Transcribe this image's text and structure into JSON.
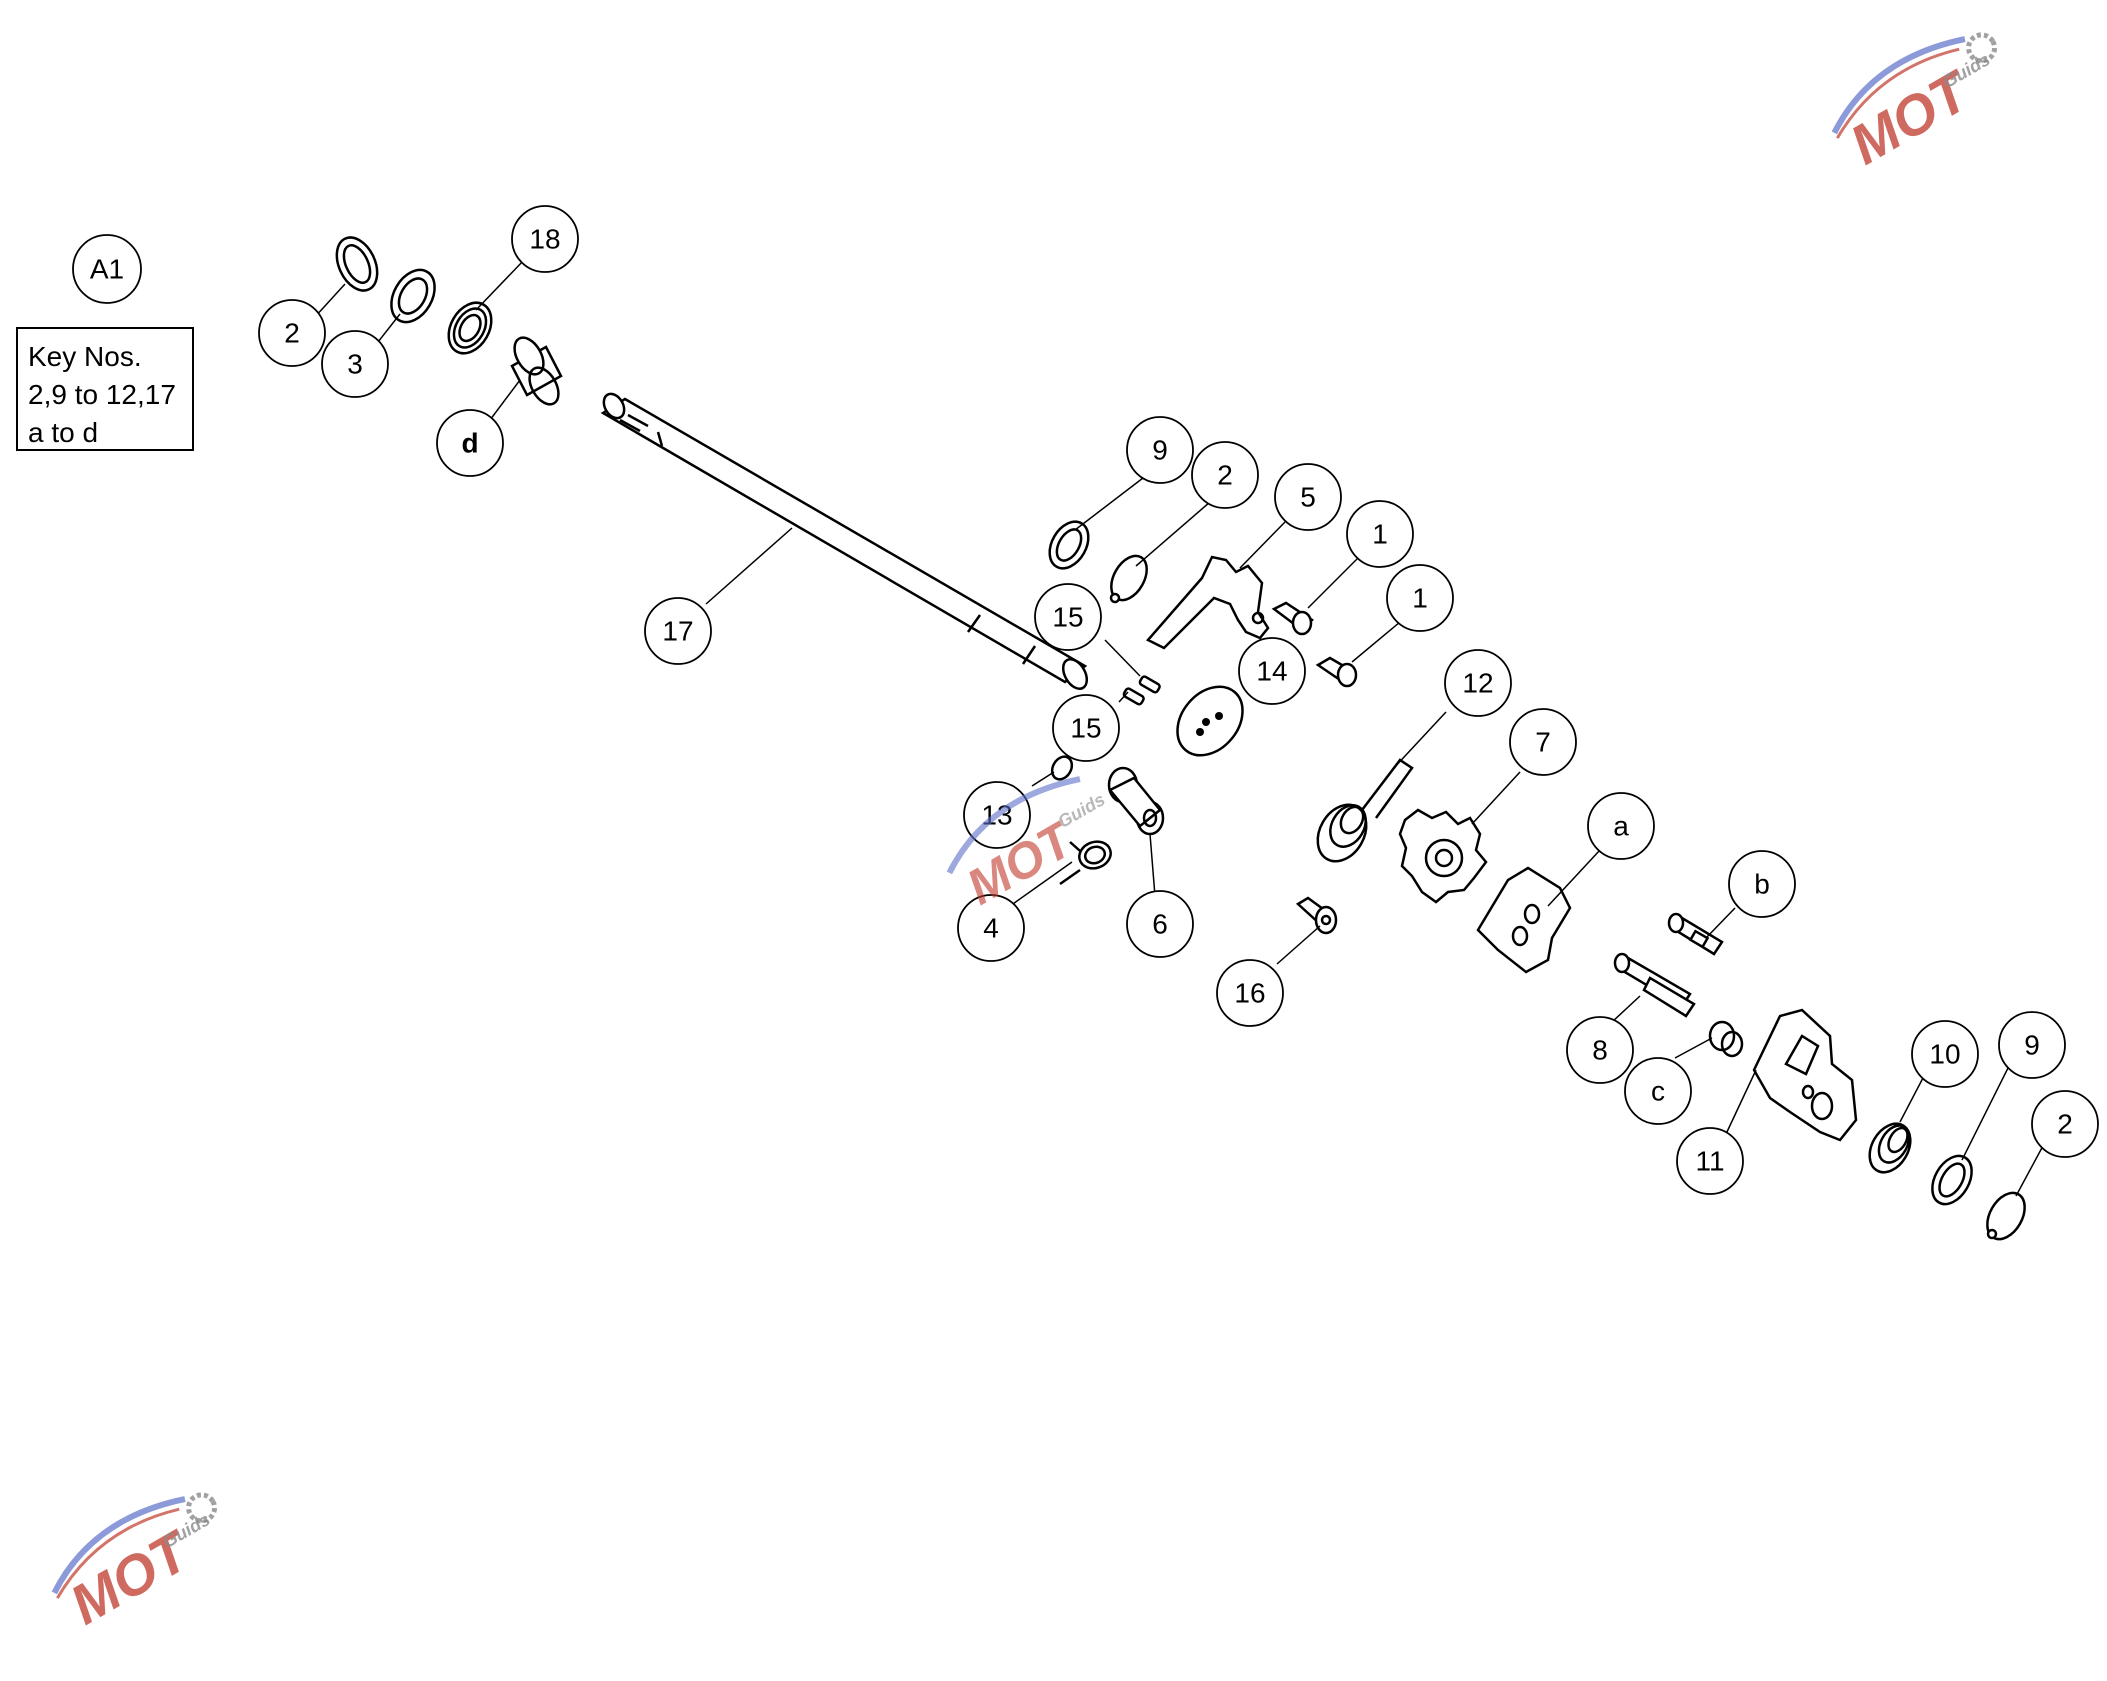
{
  "assembly_label": "A1",
  "key_box": {
    "line1": "Key Nos.",
    "line2": "2,9 to 12,17",
    "line3": "a to d"
  },
  "callouts": [
    {
      "id": "c-2a",
      "label": "2"
    },
    {
      "id": "c-3",
      "label": "3"
    },
    {
      "id": "c-18",
      "label": "18"
    },
    {
      "id": "c-d",
      "label": "d",
      "bold": true
    },
    {
      "id": "c-17",
      "label": "17"
    },
    {
      "id": "c-9a",
      "label": "9"
    },
    {
      "id": "c-2b",
      "label": "2"
    },
    {
      "id": "c-5",
      "label": "5"
    },
    {
      "id": "c-1a",
      "label": "1"
    },
    {
      "id": "c-1b",
      "label": "1"
    },
    {
      "id": "c-15a",
      "label": "15"
    },
    {
      "id": "c-14",
      "label": "14"
    },
    {
      "id": "c-15b",
      "label": "15"
    },
    {
      "id": "c-13",
      "label": "13"
    },
    {
      "id": "c-4",
      "label": "4"
    },
    {
      "id": "c-6",
      "label": "6"
    },
    {
      "id": "c-12",
      "label": "12"
    },
    {
      "id": "c-7",
      "label": "7"
    },
    {
      "id": "c-16",
      "label": "16"
    },
    {
      "id": "c-a",
      "label": "a"
    },
    {
      "id": "c-b",
      "label": "b"
    },
    {
      "id": "c-8",
      "label": "8"
    },
    {
      "id": "c-c",
      "label": "c"
    },
    {
      "id": "c-11",
      "label": "11"
    },
    {
      "id": "c-10",
      "label": "10"
    },
    {
      "id": "c-9b",
      "label": "9"
    },
    {
      "id": "c-2c",
      "label": "2"
    }
  ],
  "watermark": {
    "brand": "MOT",
    "sub": "Guids"
  },
  "colors": {
    "line": "#000000",
    "background": "#ffffff",
    "watermark_red": "#c0392b",
    "watermark_blue": "#5b6fc9",
    "watermark_gray": "#8a8a8a"
  }
}
